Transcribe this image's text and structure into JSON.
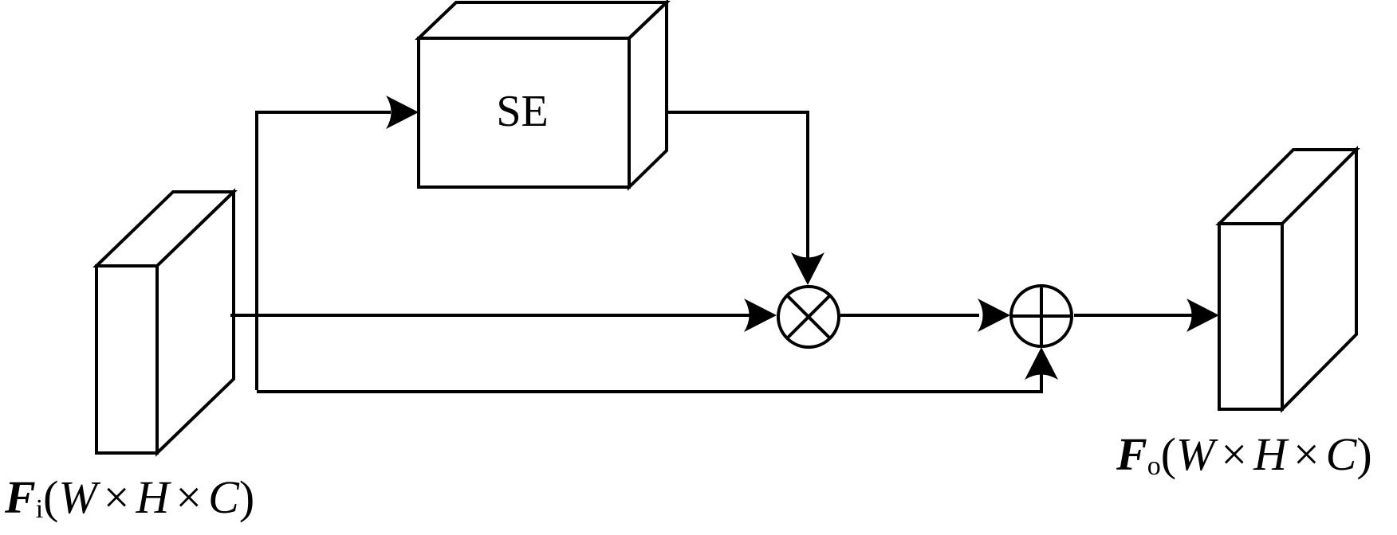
{
  "diagram": {
    "se_block_label": "SE",
    "input_tensor": {
      "symbol": "F",
      "subscript": "i",
      "open_paren": "(",
      "w": "W",
      "times1": "×",
      "h": "H",
      "times2": "×",
      "c": "C",
      "close_paren": ")"
    },
    "output_tensor": {
      "symbol": "F",
      "subscript": "o",
      "open_paren": "(",
      "w": "W",
      "times1": "×",
      "h": "H",
      "times2": "×",
      "c": "C",
      "close_paren": ")"
    },
    "multiply_operator": "element-wise multiplication (⊗)",
    "add_operator": "element-wise addition (⊕)"
  }
}
